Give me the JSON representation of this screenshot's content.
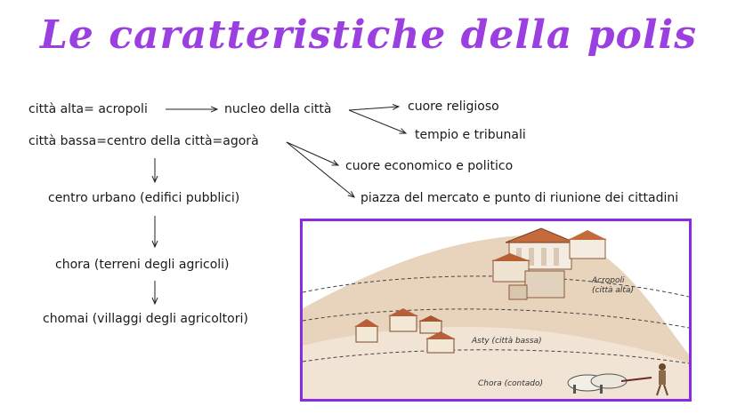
{
  "title": "Le caratteristiche della polis",
  "labels": {
    "citta_alta": "città alta= acropoli",
    "nucleo": "nucleo della città",
    "cuore_religioso": "cuore religioso",
    "tempio": "tempio e tribunali",
    "citta_bassa": "città bassa=centro della città=agorà",
    "cuore_economico": "cuore economico e politico",
    "piazza": "piazza del mercato e punto di riunione dei cittadini",
    "centro_urbano": "centro urbano (edifici pubblici)",
    "chora": "chora (terreni degli agricoli)",
    "chomai": "chomai (villaggi degli agricoltori)"
  },
  "illustration": {
    "acropoli": "Acropoli",
    "acropoli_sub": "(città alta)",
    "asty": "Asty (città bassa)",
    "chora": "Chora (contado)"
  },
  "colors": {
    "title": "#9b3fe0",
    "frame": "#8a2be2"
  }
}
